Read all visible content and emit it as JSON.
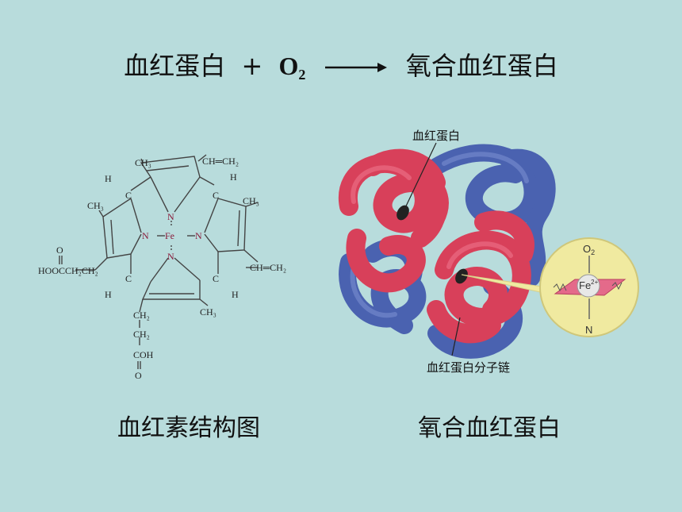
{
  "equation": {
    "reactant": "血红蛋白",
    "plus": "+",
    "oxygen": "O",
    "oxygen_sub": "2",
    "product": "氧合血红蛋白"
  },
  "heme": {
    "caption": "血红素结构图",
    "labels": {
      "ch3_top": "CH₃",
      "vinyl_top": "CH═CH₂",
      "h_left_top": "H",
      "h_right_top": "H",
      "c_left_top": "C",
      "c_right_top": "C",
      "ch3_left": "CH₃",
      "ch3_right": "CH₃",
      "n_top": "N",
      "n_left": "N",
      "fe": "Fe",
      "n_right": "N",
      "n_bottom": "N",
      "o_left": "O",
      "hoocch2ch2": "HOOCCH₂CH₂",
      "vinyl_right": "CH═CH₂",
      "c_left_bottom": "C",
      "c_right_bottom": "C",
      "h_left_bottom": "H",
      "h_right_bottom": "H",
      "ch3_bottom": "CH₃",
      "ch2_a": "CH₂",
      "ch2_b": "CH₂",
      "cooh": "COH",
      "o_bottom": "O"
    }
  },
  "hemoglobin": {
    "caption": "氧合血红蛋白",
    "label_top": "血红蛋白",
    "label_bottom": "血红蛋白分子链",
    "inset": {
      "o2": "O",
      "o2_sub": "2",
      "fe": "Fe",
      "fe_sup": "2+",
      "n": "N"
    }
  },
  "colors": {
    "background": "#b8dcdc",
    "red_chain": "#d8405a",
    "blue_chain": "#4a62b0",
    "inset_fill": "#f0eaa0",
    "heme_n": "#8a1a3a"
  }
}
